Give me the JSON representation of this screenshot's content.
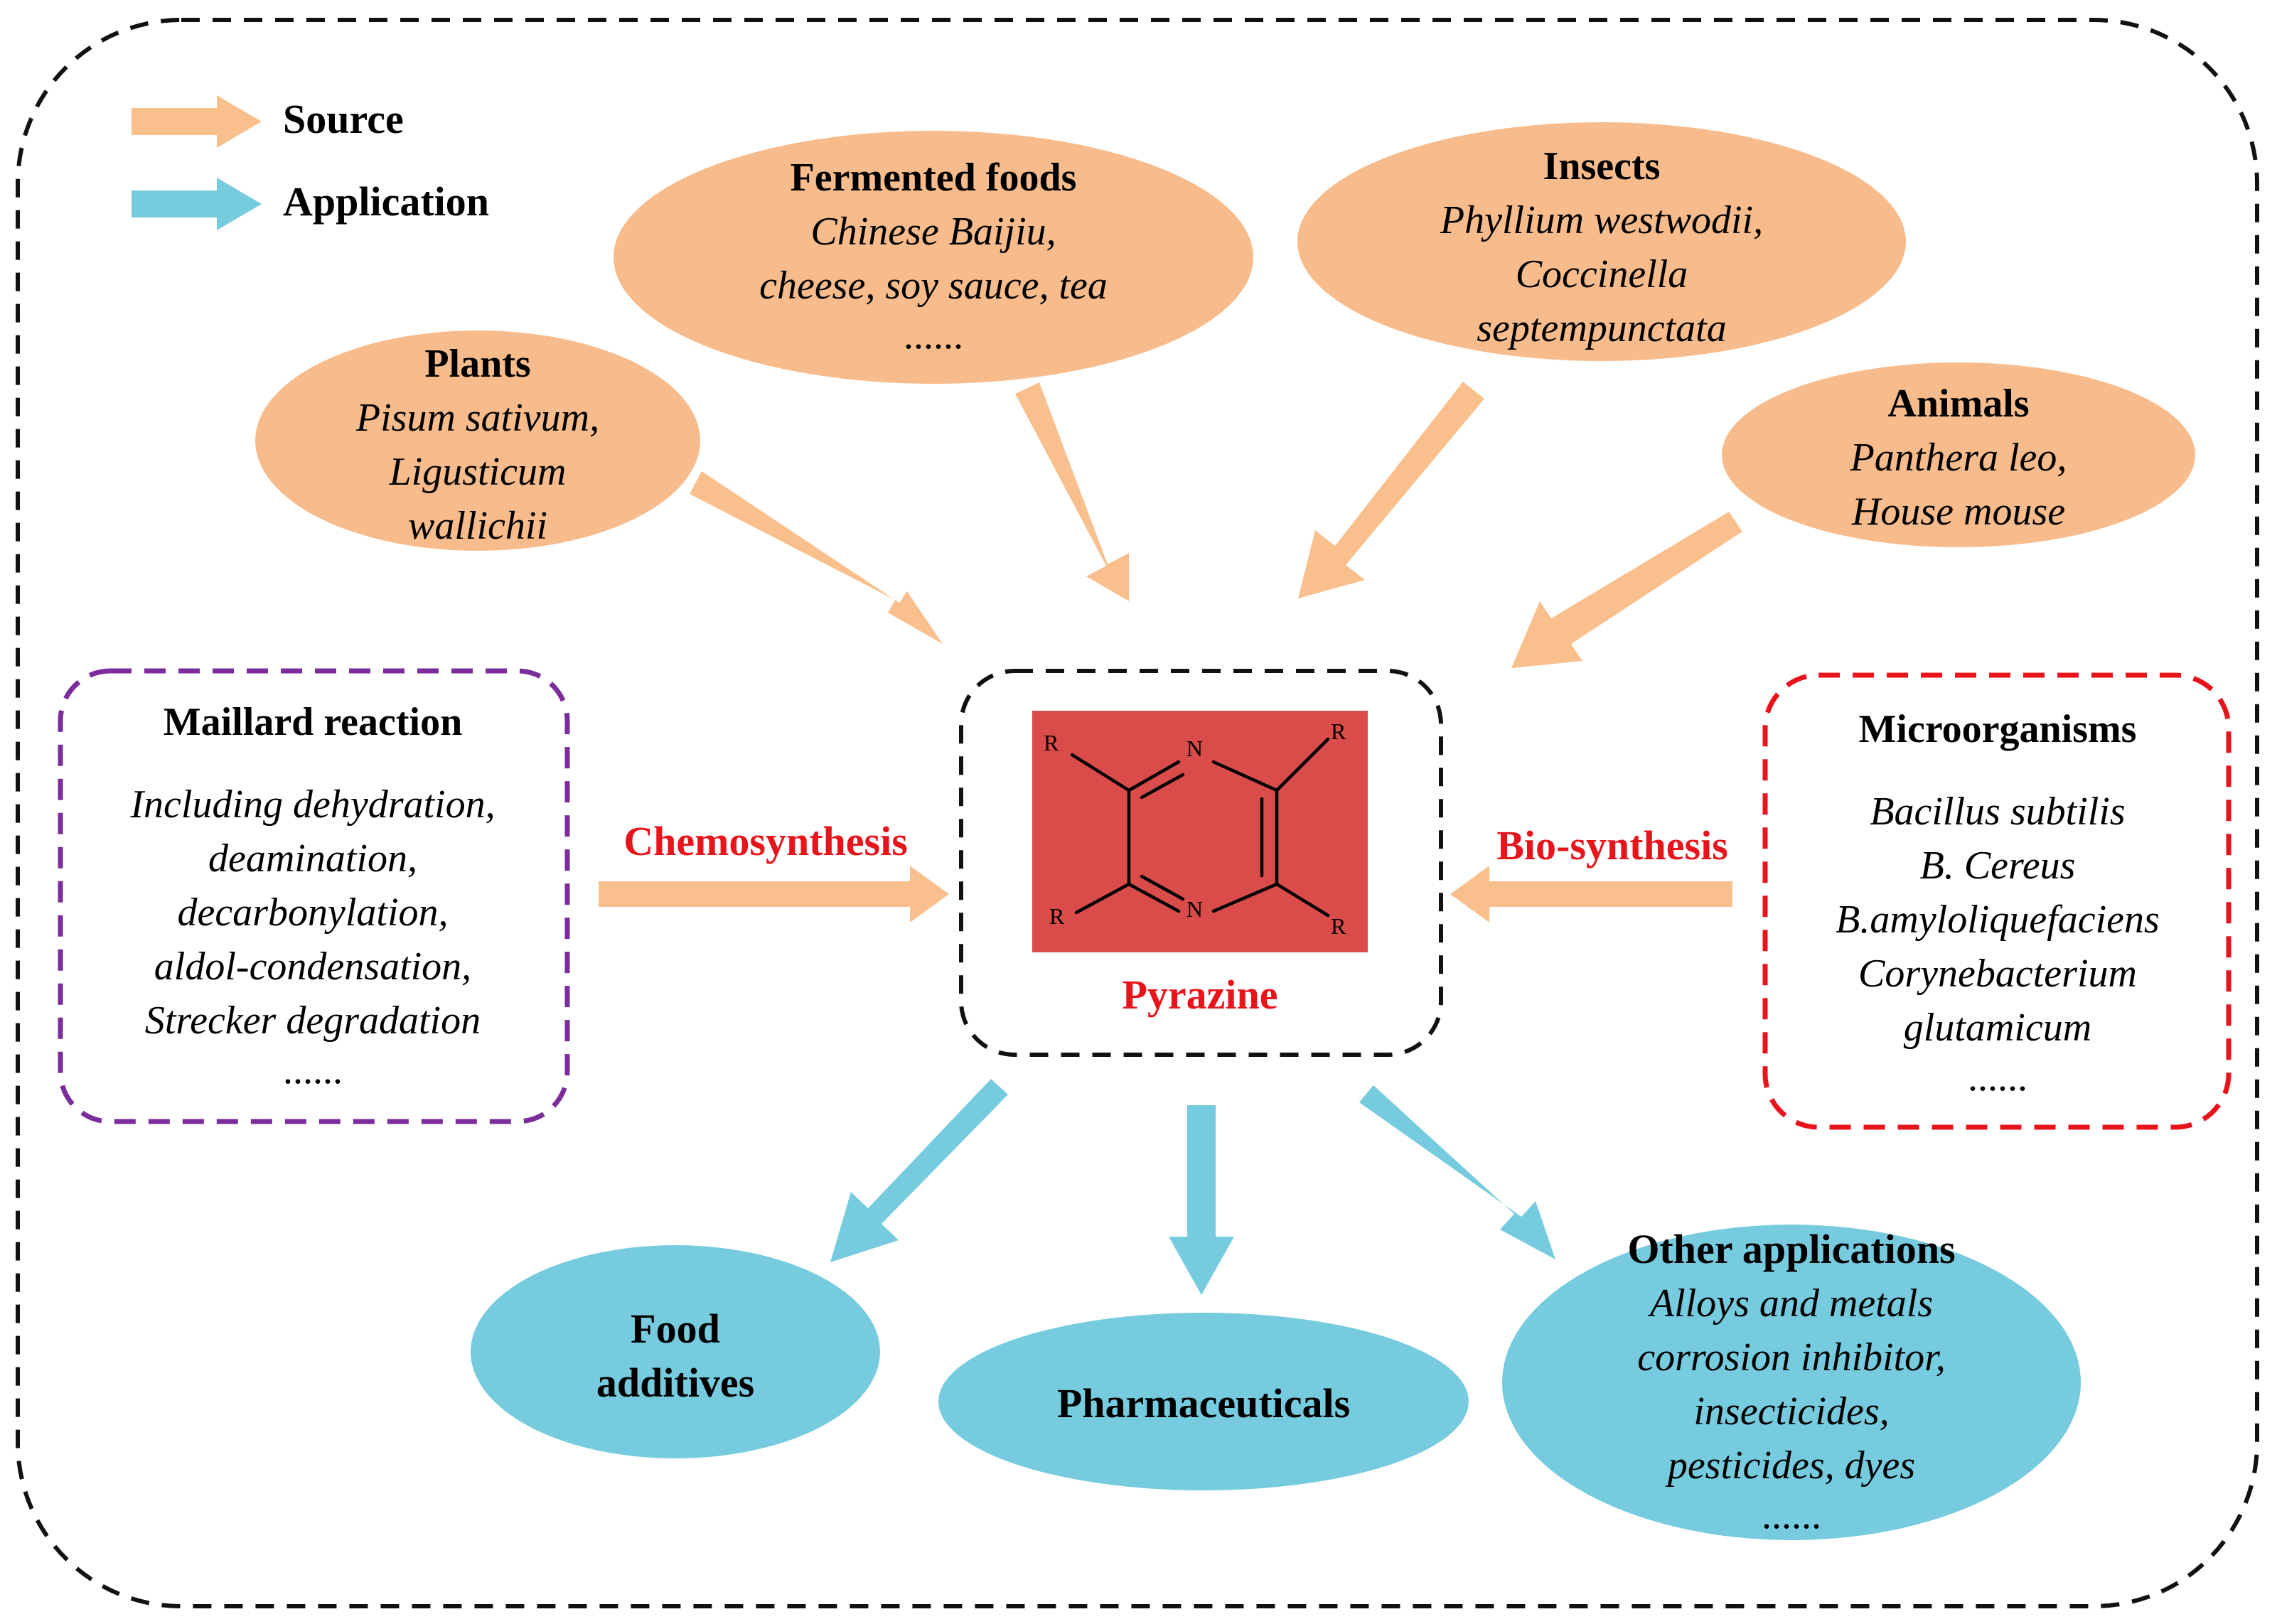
{
  "legend": {
    "source": "Source",
    "application": "Application"
  },
  "colors": {
    "source_arrow": "#f9c08e",
    "application_arrow": "#76cbdf",
    "source_ellipse": "#f8bc8c",
    "application_ellipse": "#76cbdf",
    "maillard_border": "#7b2d9b",
    "micro_border": "#e8141c",
    "pyrazine_bg": "#d94c4a",
    "highlight_text": "#e8141c"
  },
  "sources": {
    "fermented": {
      "title": "Fermented foods",
      "lines": [
        "Chinese Baijiu,",
        "cheese, soy sauce, tea"
      ],
      "more": "......"
    },
    "insects": {
      "title": "Insects",
      "lines": [
        "Phyllium westwodii,",
        "Coccinella",
        "septempunctata"
      ]
    },
    "plants": {
      "title": "Plants",
      "lines": [
        "Pisum sativum,",
        "Ligusticum",
        "wallichii"
      ]
    },
    "animals": {
      "title": "Animals",
      "lines": [
        "Panthera leo,",
        "House mouse"
      ]
    }
  },
  "maillard": {
    "title": "Maillard reaction",
    "lines": [
      "Including dehydration,",
      "deamination,",
      "decarbonylation,",
      "aldol-condensation,",
      "Strecker degradation"
    ],
    "more": "......"
  },
  "microorganisms": {
    "title": "Microorganisms",
    "lines": [
      "Bacillus subtilis",
      "B. Cereus",
      "B.amyloliquefaciens",
      "Corynebacterium",
      "glutamicum"
    ],
    "more": "......"
  },
  "center": {
    "label": "Pyrazine",
    "atoms": {
      "n": "N",
      "r": "R"
    }
  },
  "chemosynthesis": "Chemosynthesis",
  "biosynthesis": "Bio-synthesis",
  "applications": {
    "food": {
      "lines": [
        "Food",
        "additives"
      ]
    },
    "pharma": {
      "title": "Pharmaceuticals"
    },
    "other": {
      "title": "Other applications",
      "lines": [
        "Alloys and metals",
        "corrosion inhibitor,",
        "insecticides,",
        "pesticides, dyes"
      ],
      "more": "......"
    }
  }
}
